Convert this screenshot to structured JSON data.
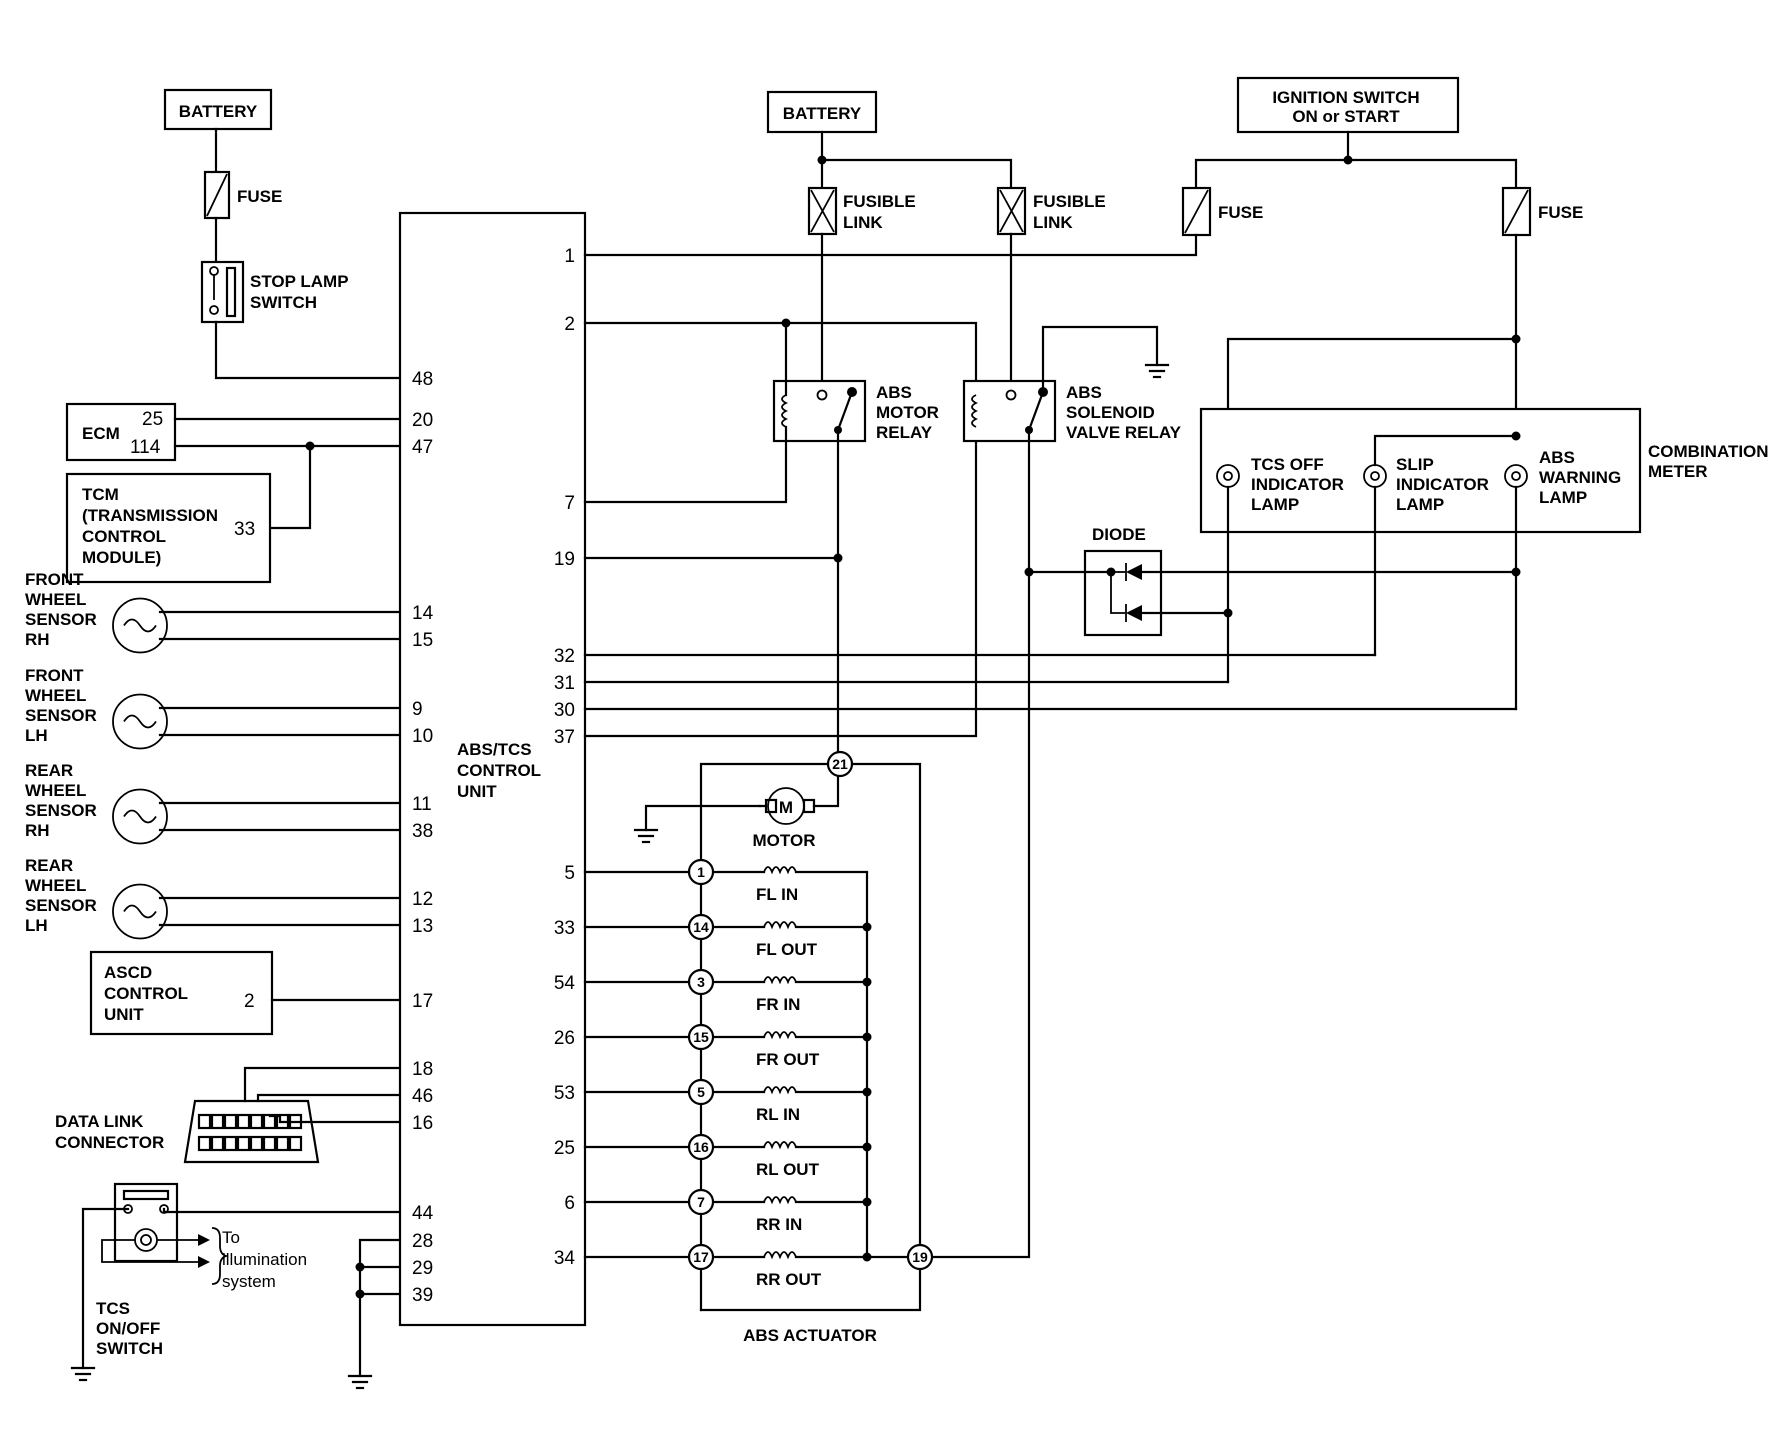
{
  "battery_left": "BATTERY",
  "battery_right": "BATTERY",
  "ignition": [
    "IGNITION SWITCH",
    "ON or START"
  ],
  "fuse": "FUSE",
  "fusible_link": [
    "FUSIBLE",
    "LINK"
  ],
  "stop_lamp_switch": [
    "STOP LAMP",
    "SWITCH"
  ],
  "ecm": {
    "name": "ECM",
    "pins": [
      "25",
      "114"
    ]
  },
  "tcm": {
    "lines": [
      "TCM",
      "(TRANSMISSION",
      "CONTROL",
      "MODULE)"
    ],
    "pin": "33"
  },
  "sensors": [
    [
      "FRONT",
      "WHEEL",
      "SENSOR",
      "RH"
    ],
    [
      "FRONT",
      "WHEEL",
      "SENSOR",
      "LH"
    ],
    [
      "REAR",
      "WHEEL",
      "SENSOR",
      "RH"
    ],
    [
      "REAR",
      "WHEEL",
      "SENSOR",
      "LH"
    ]
  ],
  "ascd": {
    "lines": [
      "ASCD",
      "CONTROL",
      "UNIT"
    ],
    "pin": "2"
  },
  "data_link_connector": [
    "DATA LINK",
    "CONNECTOR"
  ],
  "tcs_switch": [
    "TCS",
    "ON/OFF",
    "SWITCH"
  ],
  "illumination": [
    "To",
    "illumination",
    "system"
  ],
  "control_unit": [
    "ABS/TCS",
    "CONTROL",
    "UNIT"
  ],
  "left_pins": [
    "48",
    "20",
    "47",
    "14",
    "15",
    "9",
    "10",
    "11",
    "38",
    "12",
    "13",
    "17",
    "18",
    "46",
    "16",
    "44",
    "28",
    "29",
    "39"
  ],
  "right_pins": [
    "1",
    "2",
    "7",
    "19",
    "32",
    "31",
    "30",
    "37",
    "5",
    "33",
    "54",
    "26",
    "53",
    "25",
    "6",
    "34"
  ],
  "motor_relay": [
    "ABS",
    "MOTOR",
    "RELAY"
  ],
  "solenoid_relay": [
    "ABS",
    "SOLENOID",
    "VALVE RELAY"
  ],
  "combination_meter": [
    "COMBINATION",
    "METER"
  ],
  "lamps": [
    [
      "TCS OFF",
      "INDICATOR",
      "LAMP"
    ],
    [
      "SLIP",
      "INDICATOR",
      "LAMP"
    ],
    [
      "ABS",
      "WARNING",
      "LAMP"
    ]
  ],
  "diode": "DIODE",
  "motor": {
    "label": "MOTOR",
    "symbol": "M",
    "terminal": "21"
  },
  "valves": [
    {
      "terminal": "1",
      "label": "FL IN"
    },
    {
      "terminal": "14",
      "label": "FL OUT"
    },
    {
      "terminal": "3",
      "label": "FR IN"
    },
    {
      "terminal": "15",
      "label": "FR OUT"
    },
    {
      "terminal": "5",
      "label": "RL IN"
    },
    {
      "terminal": "16",
      "label": "RL OUT"
    },
    {
      "terminal": "7",
      "label": "RR IN"
    },
    {
      "terminal": "17",
      "label": "RR OUT"
    }
  ],
  "actuator_common_terminal": "19",
  "abs_actuator": "ABS ACTUATOR"
}
